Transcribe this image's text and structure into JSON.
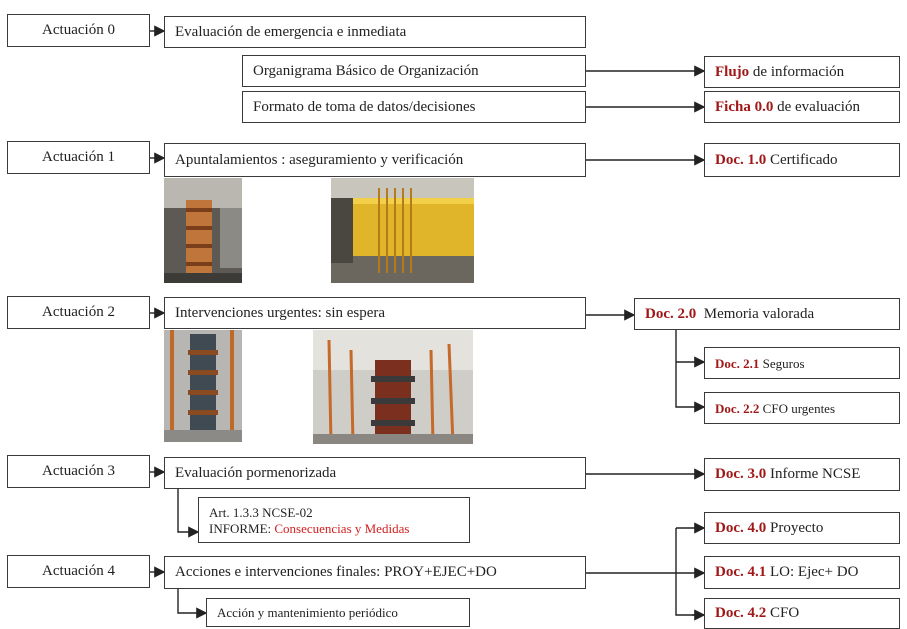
{
  "actuaciones": [
    {
      "label": "Actuación  0"
    },
    {
      "label": "Actuación  1"
    },
    {
      "label": "Actuación  2"
    },
    {
      "label": "Actuación  3"
    },
    {
      "label": "Actuación  4"
    }
  ],
  "steps": {
    "a0": "Evaluación de emergencia e inmediata",
    "a0_sub1": "Organigrama Básico de Organización",
    "a0_sub2": "Formato de toma de datos/decisiones",
    "a1": "Apuntalamientos : aseguramiento y verificación",
    "a2": "Intervenciones urgentes: sin espera",
    "a3": "Evaluación pormenorizada",
    "a3_note_line1": "Art. 1.3.3 NCSE-02",
    "a3_note_prefix": "INFORME: ",
    "a3_note_red": "Consecuencias y Medidas",
    "a4": "Acciones e intervenciones finales: PROY+EJEC+DO",
    "a4_sub": "Acción y mantenimiento periódico"
  },
  "docs": [
    {
      "code": "Flujo",
      "text": " de información"
    },
    {
      "code": "Ficha 0.0",
      "text": " de evaluación"
    },
    {
      "code": "Doc. 1.0",
      "text": " Certificado"
    },
    {
      "code": "Doc. 2.0",
      "text": "  Memoria valorada"
    },
    {
      "code": "Doc. 2.1",
      "text": " Seguros"
    },
    {
      "code": "Doc. 2.2",
      "text": " CFO urgentes"
    },
    {
      "code": "Doc. 3.0",
      "text": " Informe NCSE"
    },
    {
      "code": "Doc. 4.0",
      "text": " Proyecto"
    },
    {
      "code": "Doc. 4.1",
      "text": " LO: Ejec+ DO"
    },
    {
      "code": "Doc. 4.2",
      "text": " CFO"
    }
  ],
  "colors": {
    "doc_code": "#a01818",
    "note_red": "#d42020",
    "border": "#3a3a3a"
  }
}
